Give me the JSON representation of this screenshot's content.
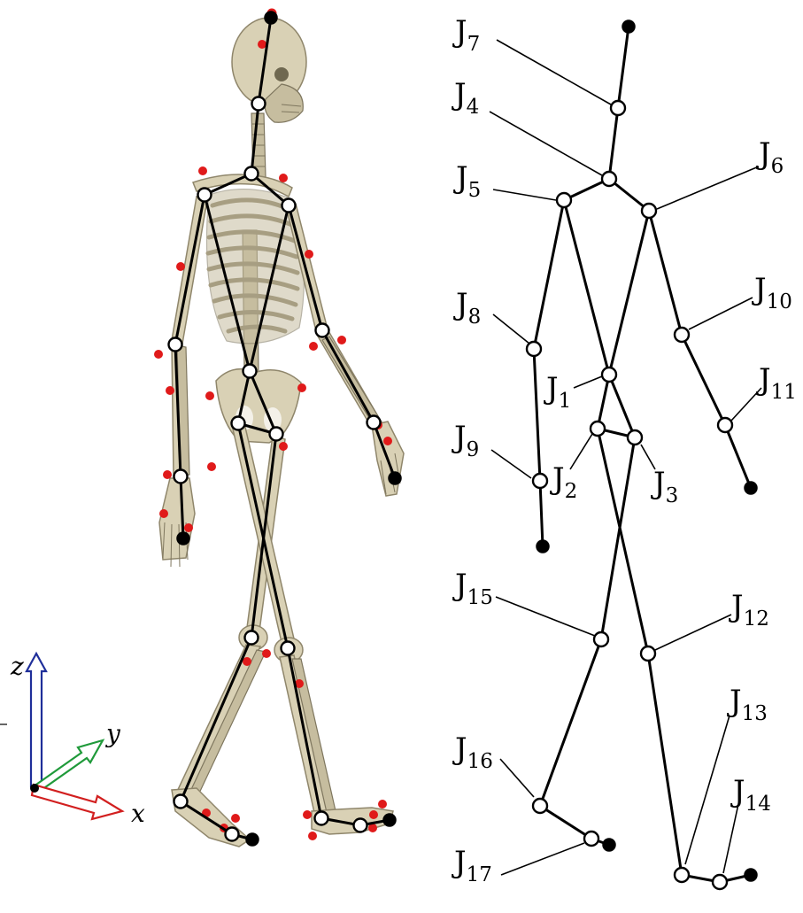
{
  "labels": {
    "J7": {
      "main": "J",
      "sub": "7"
    },
    "J4": {
      "main": "J",
      "sub": "4"
    },
    "J5": {
      "main": "J",
      "sub": "5"
    },
    "J6": {
      "main": "J",
      "sub": "6"
    },
    "J8": {
      "main": "J",
      "sub": "8"
    },
    "J10": {
      "main": "J",
      "sub": "10"
    },
    "J1": {
      "main": "J",
      "sub": "1"
    },
    "J11": {
      "main": "J",
      "sub": "11"
    },
    "J9": {
      "main": "J",
      "sub": "9"
    },
    "J2": {
      "main": "J",
      "sub": "2"
    },
    "J3": {
      "main": "J",
      "sub": "3"
    },
    "J15": {
      "main": "J",
      "sub": "15"
    },
    "J12": {
      "main": "J",
      "sub": "12"
    },
    "J13": {
      "main": "J",
      "sub": "13"
    },
    "J16": {
      "main": "J",
      "sub": "16"
    },
    "J14": {
      "main": "J",
      "sub": "14"
    },
    "J17": {
      "main": "J",
      "sub": "17"
    }
  },
  "axes": {
    "z": "z",
    "y": "y",
    "x": "x"
  },
  "colors": {
    "x_axis": "#d21f1f",
    "y_axis": "#1f9a3a",
    "z_axis": "#1f2f9a",
    "marker": "#e01a1a",
    "bone": "#d9d1b5"
  }
}
